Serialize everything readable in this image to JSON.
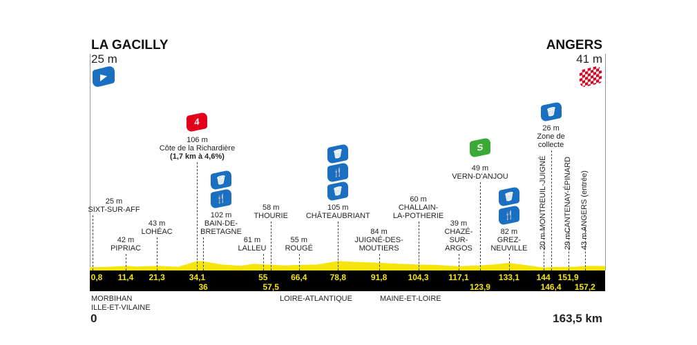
{
  "start": {
    "city": "LA GACILLY",
    "alt": "25 m"
  },
  "finish": {
    "city": "ANGERS",
    "alt": "41 m"
  },
  "start_km": "0",
  "total_km": "163,5 km",
  "colors": {
    "profile": "#f5e50c",
    "band": "#000000",
    "climb": "#e2001a",
    "sprint": "#3aa935",
    "supply": "#1a6fc0"
  },
  "departments": [
    "MORBIHAN",
    "ILLE-ET-VILAINE",
    "LOIRE-ATLANTIQUE",
    "MAINE-ET-LOIRE"
  ],
  "chart_data": {
    "type": "area",
    "xlabel": "km",
    "ylabel": "m",
    "xlim": [
      0,
      163.5
    ],
    "points": [
      {
        "km": 0.8,
        "km_label": "0,8",
        "lines": [
          "25 m",
          "SIXT-SUR-AFF"
        ]
      },
      {
        "km": 11.4,
        "km_label": "11,4",
        "lines": [
          "42 m",
          "PIPRIAC"
        ]
      },
      {
        "km": 21.3,
        "km_label": "21,3",
        "lines": [
          "43 m",
          "LOHÉAC"
        ]
      },
      {
        "km": 34.1,
        "km_label": "34,1",
        "lines": [
          "106 m",
          "Côte de la Richardière",
          "(1,7 km à 4,6%)"
        ],
        "climb": "4"
      },
      {
        "km": 36,
        "km_label": "36",
        "lines": [
          "102 m",
          "BAIN-DE-",
          "BRETAGNE"
        ],
        "icons": [
          "bin",
          "food"
        ]
      },
      {
        "km": 55,
        "km_label": "55",
        "lines": [
          "61 m",
          "LALLEU"
        ]
      },
      {
        "km": 57.5,
        "km_label": "57,5",
        "lines": [
          "58 m",
          "THOURIE"
        ]
      },
      {
        "km": 66.4,
        "km_label": "66,4",
        "lines": [
          "55 m",
          "ROUGÉ"
        ]
      },
      {
        "km": 78.8,
        "km_label": "78,8",
        "lines": [
          "105 m",
          "CHÂTEAUBRIANT"
        ],
        "icons": [
          "bin",
          "food",
          "bin"
        ]
      },
      {
        "km": 91.8,
        "km_label": "91,8",
        "lines": [
          "84 m",
          "JUIGNÉ-DES-",
          "MOUTIERS"
        ]
      },
      {
        "km": 104.3,
        "km_label": "104,3",
        "lines": [
          "60 m",
          "CHALLAIN-",
          "LA-POTHERIE"
        ]
      },
      {
        "km": 117.1,
        "km_label": "117,1",
        "lines": [
          "39 m",
          "CHAZÉ-",
          "SUR-",
          "ARGOS"
        ]
      },
      {
        "km": 123.9,
        "km_label": "123,9",
        "lines": [
          "49 m",
          "VERN-D'ANJOU"
        ],
        "sprint": "S"
      },
      {
        "km": 133.1,
        "km_label": "133,1",
        "lines": [
          "82 m",
          "GREZ-",
          "NEUVILLE"
        ],
        "icons": [
          "bin",
          "food"
        ]
      },
      {
        "km": 144,
        "km_label": "144",
        "vertical": "20 m MONTREUIL-JUIGNÉ"
      },
      {
        "km": 146.4,
        "km_label": "146,4",
        "lines": [
          "26 m",
          "Zone de",
          "collecte"
        ],
        "icons": [
          "bin"
        ]
      },
      {
        "km": 151.9,
        "km_label": "151,9",
        "vertical": "29 mCANTENAY-ÉPINARD"
      },
      {
        "km": 157.2,
        "km_label": "157,2",
        "vertical": "43 m ANGERS (entrée)"
      }
    ]
  }
}
